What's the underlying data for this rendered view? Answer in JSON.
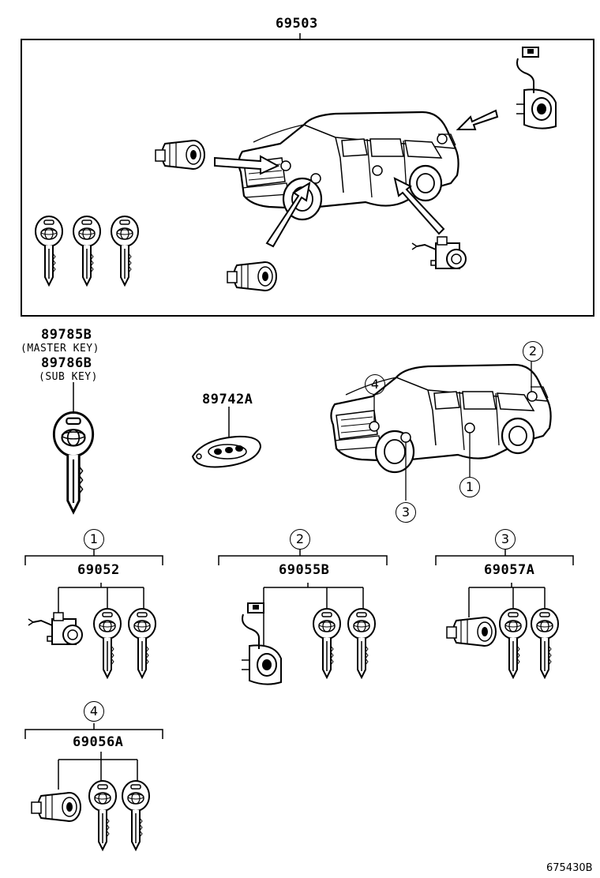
{
  "main_kit": {
    "part_number": "69503"
  },
  "master_key": {
    "part_number": "89785B",
    "desc": "(MASTER KEY)"
  },
  "sub_key": {
    "part_number": "89786B",
    "desc": "(SUB KEY)"
  },
  "remote": {
    "part_number": "89742A"
  },
  "locations": [
    "1",
    "2",
    "3",
    "4"
  ],
  "kits": [
    {
      "ref": "1",
      "part_number": "69052"
    },
    {
      "ref": "2",
      "part_number": "69055B"
    },
    {
      "ref": "3",
      "part_number": "69057A"
    },
    {
      "ref": "4",
      "part_number": "69056A"
    }
  ],
  "footer": {
    "diagram_id": "675430B"
  }
}
